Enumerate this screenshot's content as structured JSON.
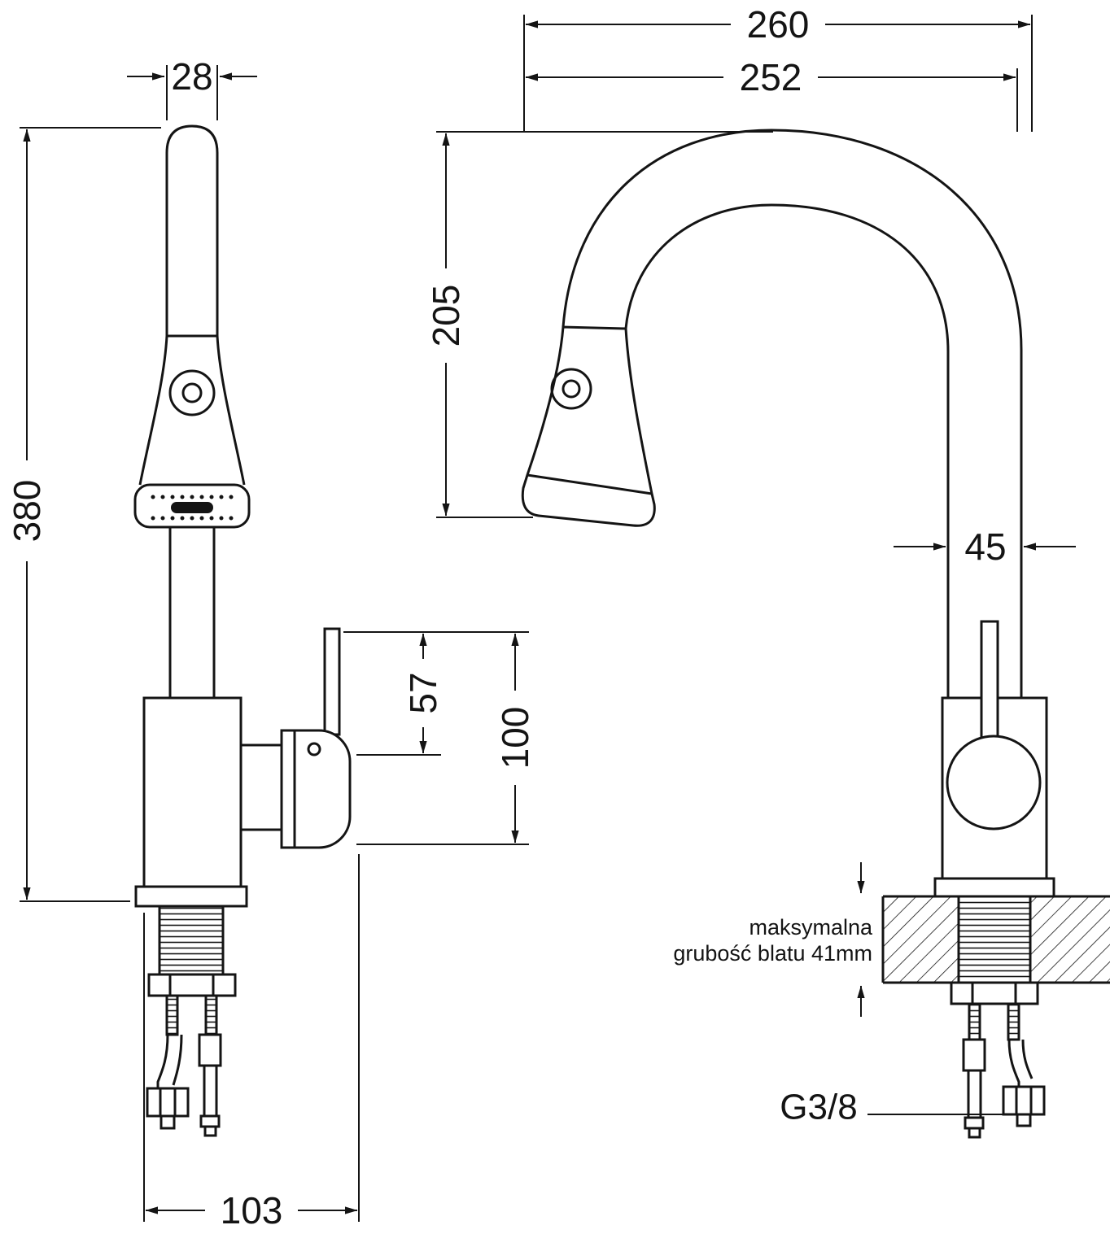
{
  "diagram": {
    "dimensions": {
      "pipe_diameter": "28",
      "total_height": "380",
      "lever_height": "57",
      "body_height": "100",
      "base_depth": "103",
      "overall_width": "260",
      "spout_reach": "252",
      "spout_height": "205",
      "column_width": "45",
      "thread_size": "G3/8"
    },
    "notes": {
      "max_thickness_line1": "maksymalna",
      "max_thickness_line2": "grubość blatu 41mm"
    }
  }
}
